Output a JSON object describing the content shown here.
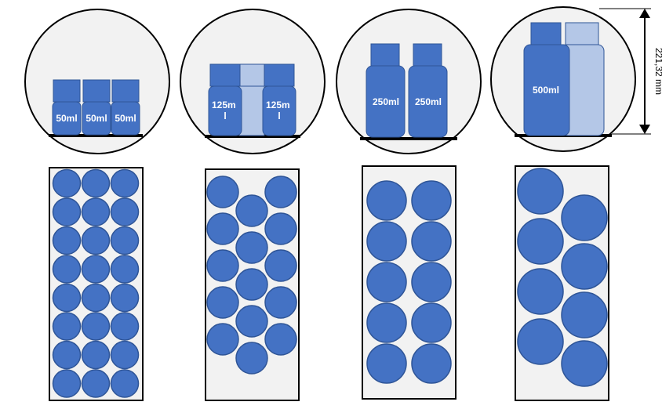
{
  "colors": {
    "bottle_fill": "#4472C4",
    "bottle_stroke": "#2F5597",
    "ghost_fill": "#B4C7E7",
    "panel_bg": "#F2F2F2",
    "outline": "#000000"
  },
  "configurations": [
    {
      "id": "50ml",
      "bottle_labels": [
        "50ml",
        "50ml",
        "50ml"
      ],
      "tray_columns": 3,
      "tray_rows": 8,
      "tray_pattern": "grid"
    },
    {
      "id": "125ml",
      "bottle_labels": [
        "125m\nl",
        "125m\nl"
      ],
      "ghost_bottles": 1,
      "tray_pattern": "staggered",
      "tray_outer_column_count": 5,
      "tray_middle_column_count": 5
    },
    {
      "id": "250ml",
      "bottle_labels": [
        "250ml",
        "250ml"
      ],
      "tray_columns": 2,
      "tray_rows": 5,
      "tray_pattern": "grid"
    },
    {
      "id": "500ml",
      "bottle_labels": [
        "500ml"
      ],
      "ghost_bottles": 1,
      "tray_pattern": "staggered",
      "tray_left_column_count": 4,
      "tray_right_column_count": 4
    }
  ],
  "dimension": {
    "label": "221,32 mm"
  }
}
